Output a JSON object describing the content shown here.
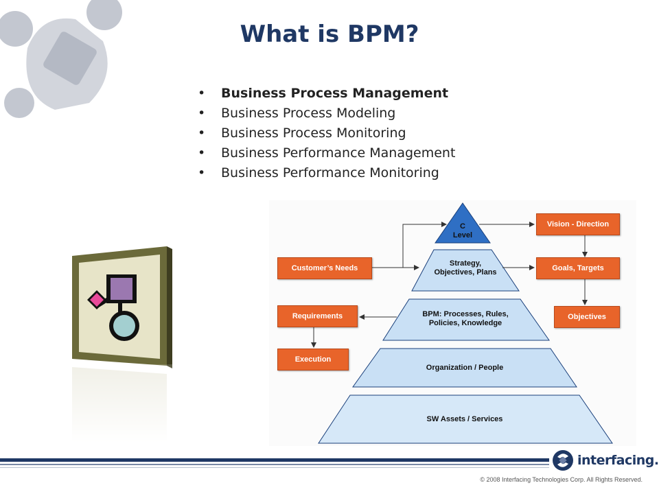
{
  "slide": {
    "title": "What is BPM?",
    "bullets": [
      {
        "text": "Business Process Management",
        "bold": true
      },
      {
        "text": "Business Process Modeling",
        "bold": false
      },
      {
        "text": "Business Process Monitoring",
        "bold": false
      },
      {
        "text": "Business Performance Management",
        "bold": false
      },
      {
        "text": "Business Performance Monitoring",
        "bold": false
      }
    ],
    "bullet_glyph": "•"
  },
  "diagram": {
    "pyramid": {
      "apex": {
        "line1": "C",
        "line2": "Level"
      },
      "levels": [
        {
          "line1": "Strategy,",
          "line2": "Objectives, Plans"
        },
        {
          "line1": "BPM: Processes, Rules,",
          "line2": "Policies, Knowledge"
        },
        {
          "line1": "Organization / People",
          "line2": ""
        },
        {
          "line1": "SW Assets / Services",
          "line2": ""
        }
      ]
    },
    "boxes": {
      "vision": "Vision - Direction",
      "goals": "Goals, Targets",
      "objectives": "Objectives",
      "customers_needs": "Customer’s Needs",
      "requirements": "Requirements",
      "execution": "Execution"
    },
    "colors": {
      "box": "#e8642a",
      "apex": "#2f6fc4",
      "level": "#c9e0f5"
    }
  },
  "footer": {
    "brand": "interfacing.",
    "copyright": "© 2008 Interfacing Technologies Corp. All Rights Reserved."
  },
  "colors": {
    "title": "#1f3864",
    "footer_bar": "#1f3864"
  }
}
